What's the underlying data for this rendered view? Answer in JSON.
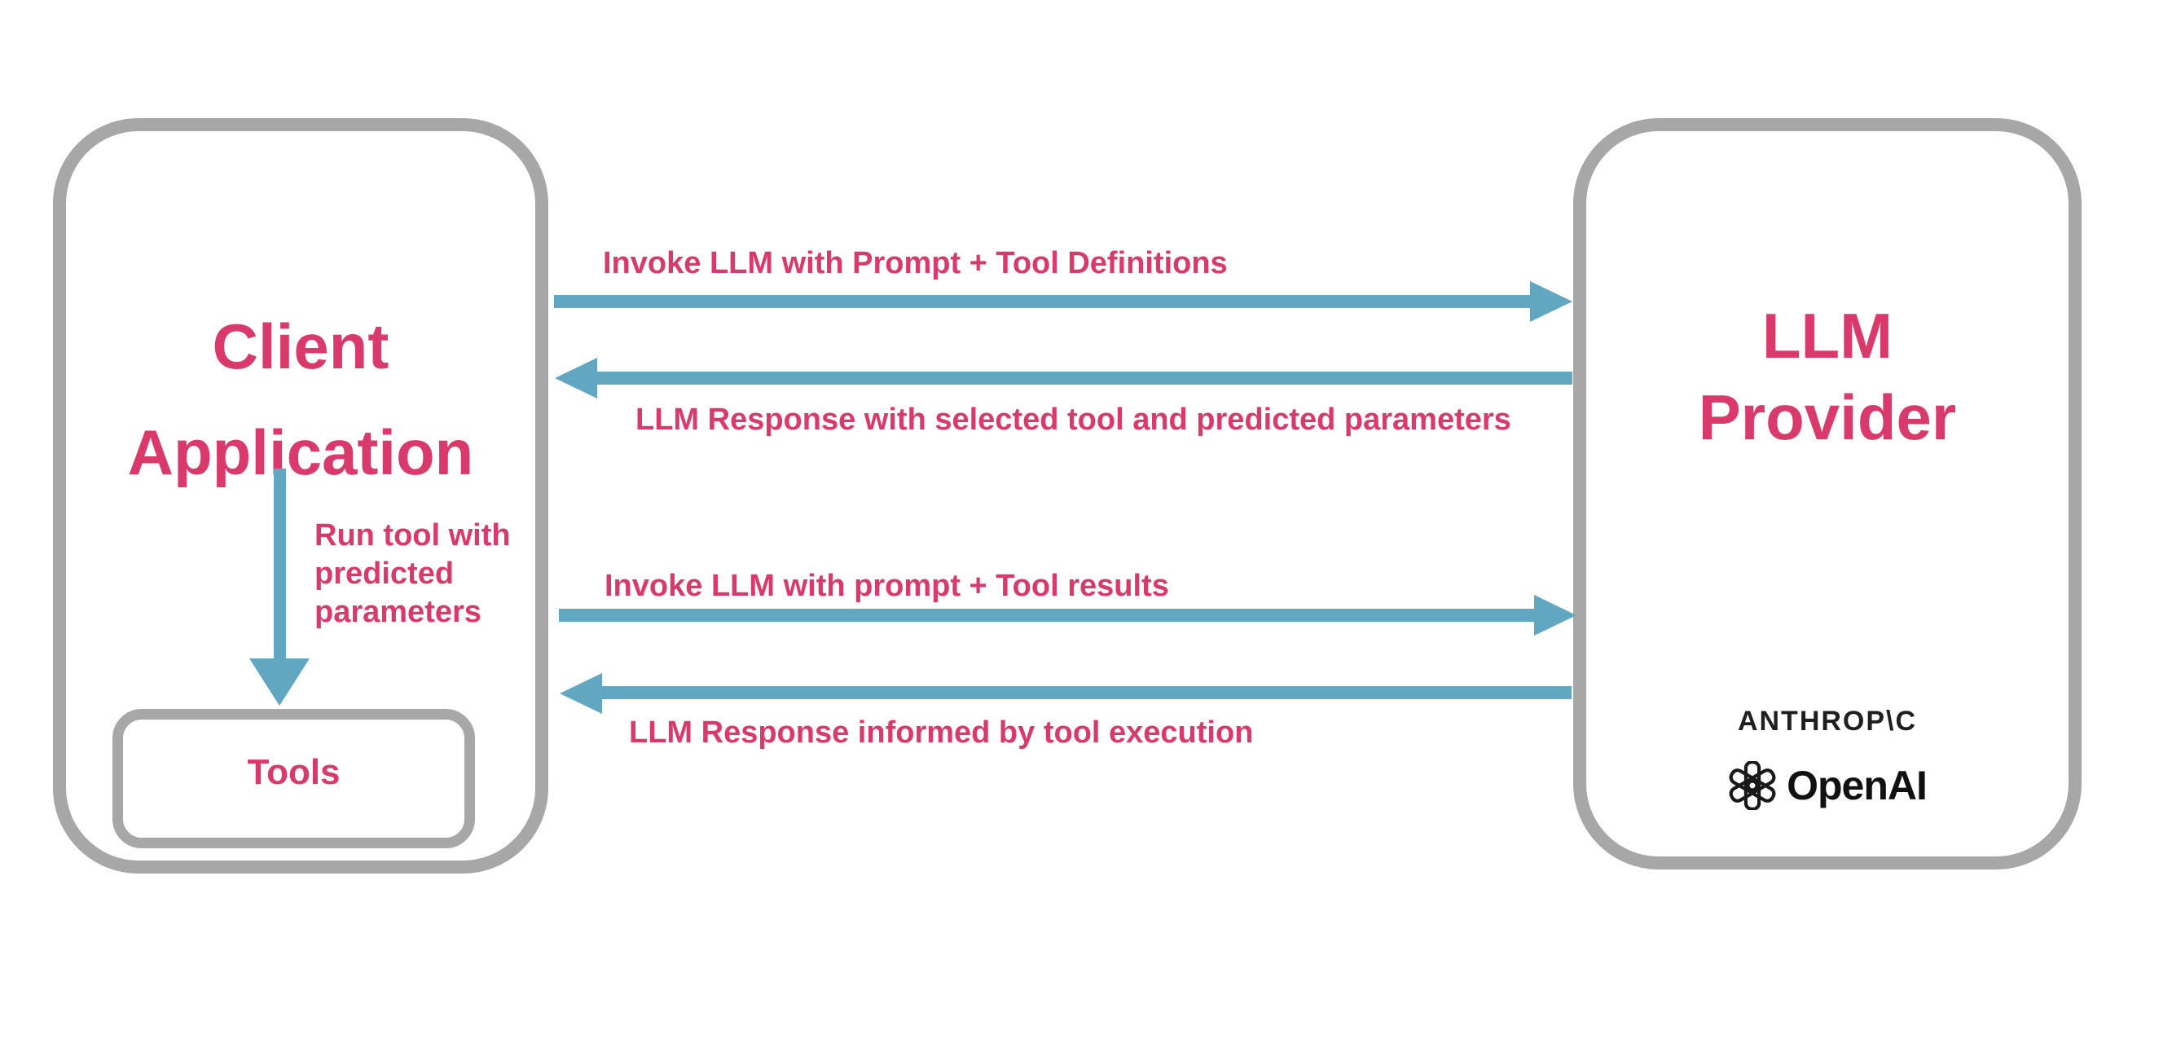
{
  "diagram_title": "LLM tool-use flow between Client Application and LLM Provider",
  "colors": {
    "pink": "#d93a6b",
    "blue": "#62a7c2",
    "border_gray": "#a7a7a7",
    "dark": "#1f1f1f",
    "background": "#ffffff"
  },
  "client_box": {
    "title_line1": "Client",
    "title_line2": "Application",
    "run_tool_label": "Run tool with\npredicted\nparameters",
    "tools_label": "Tools"
  },
  "llm_box": {
    "title_line1": "LLM",
    "title_line2": "Provider",
    "providers": {
      "anthropic_wordmark": "ANTHROP\\C",
      "openai_wordmark": "OpenAI"
    }
  },
  "arrows": [
    {
      "label": "Invoke LLM with Prompt + Tool Definitions",
      "direction": "right",
      "from": "Client Application",
      "to": "LLM Provider"
    },
    {
      "label": "LLM Response with selected tool and predicted parameters",
      "direction": "left",
      "from": "LLM Provider",
      "to": "Client Application"
    },
    {
      "label": "Invoke LLM with prompt + Tool results",
      "direction": "right",
      "from": "Client Application",
      "to": "LLM Provider"
    },
    {
      "label": "LLM Response informed by tool execution",
      "direction": "left",
      "from": "LLM Provider",
      "to": "Client Application"
    },
    {
      "label": "Run tool with predicted parameters",
      "direction": "down",
      "from": "Client Application",
      "to": "Tools"
    }
  ]
}
